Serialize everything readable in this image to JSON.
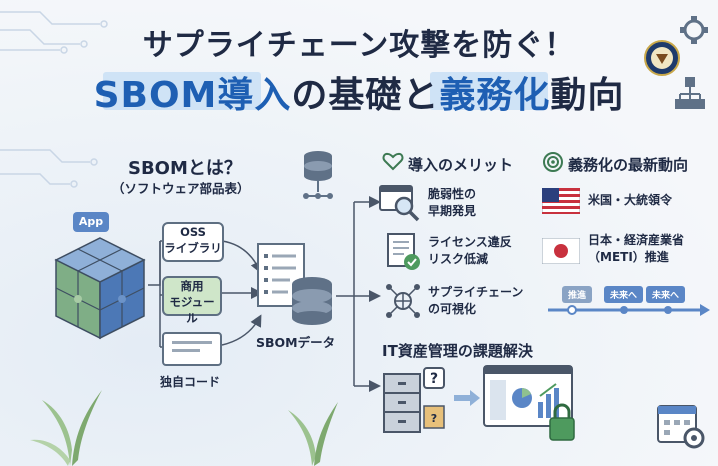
{
  "title": {
    "line1": "サプライチェーン攻撃を防ぐ！",
    "line2_part1": "SBOM導入",
    "line2_part2": "の基礎と",
    "line2_part3": "義務化",
    "line2_part4": "動向"
  },
  "left": {
    "heading": "SBOMとは？",
    "subheading": "（ソフトウェア部品表）",
    "app_label": "App",
    "components": [
      {
        "label": "OSS\nライブラリ"
      },
      {
        "label": "商用\nモジュール"
      }
    ],
    "custom_code_label": "独自コード",
    "sbom_data_label": "SBOMデータ"
  },
  "benefits": {
    "heading": "導入のメリット",
    "items": [
      {
        "text": "脆弱性の\n早期発見",
        "icon": "magnifier-icon"
      },
      {
        "text": "ライセンス違反\nリスク低減",
        "icon": "document-check-icon"
      },
      {
        "text": "サプライチェーン\nの可視化",
        "icon": "network-icon"
      }
    ]
  },
  "mandate": {
    "heading": "義務化の最新動向",
    "items": [
      {
        "text": "米国・大統領令",
        "flag": "us-flag-icon"
      },
      {
        "text": "日本・経済産業省\n（METI）推進",
        "flag": "japan-flag-icon"
      }
    ],
    "timeline": [
      "推進",
      "未来へ",
      "未来へ"
    ]
  },
  "it": {
    "heading": "IT資産管理の課題解決"
  },
  "colors": {
    "title": "#1f2a44",
    "accent_blue": "#1e5fb3",
    "highlight": "#cfe3f6",
    "green_box": "#cfe6c9"
  }
}
